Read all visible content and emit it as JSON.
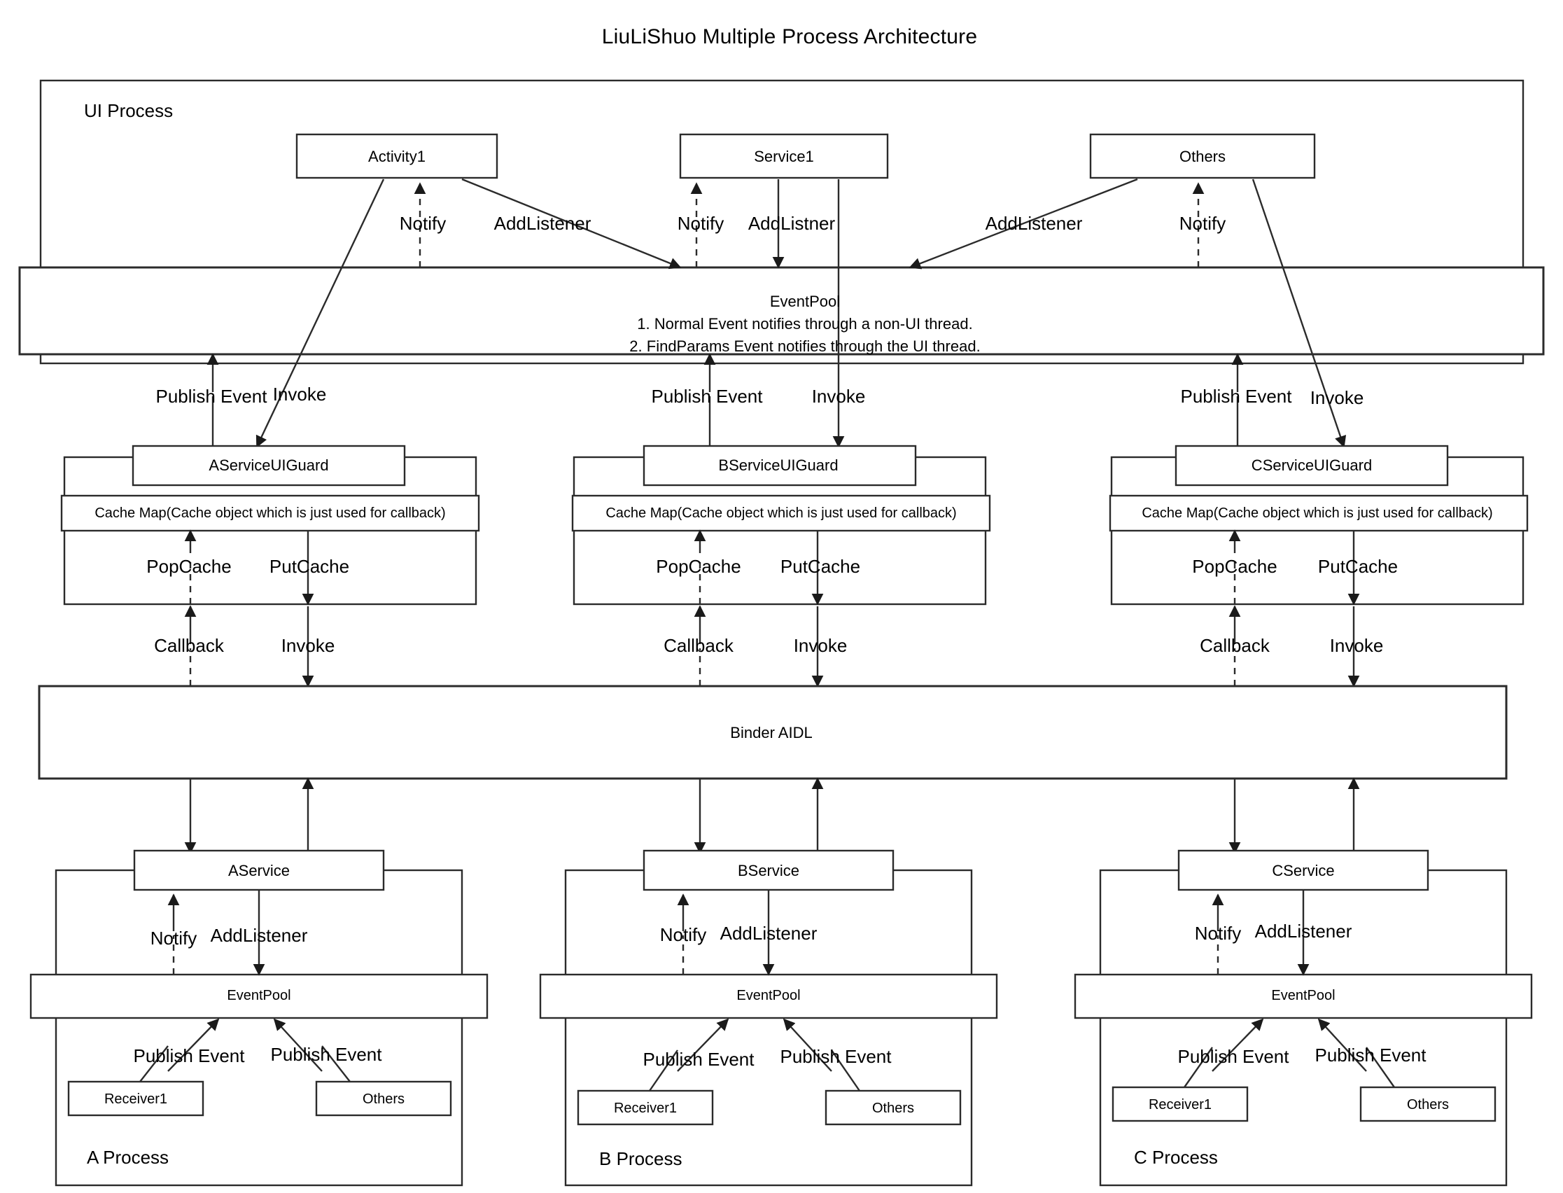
{
  "title": "LiuLiShuo Multiple Process Architecture",
  "ui_process": {
    "label": "UI Process",
    "clients": [
      {
        "name": "Activity1",
        "notify": "Notify",
        "add_listener": "AddListener"
      },
      {
        "name": "Service1",
        "notify": "Notify",
        "add_listener": "AddListner"
      },
      {
        "name": "Others",
        "notify": "Notify",
        "add_listener": "AddListener"
      }
    ],
    "event_pool": {
      "title": "EventPool",
      "note1": "1. Normal Event notifies through a non-UI thread.",
      "note2": "2. FindParams Event notifies through the UI thread."
    }
  },
  "guards": [
    {
      "name": "AServiceUIGuard",
      "cache_map": "Cache Map(Cache object which is just used for callback)",
      "publish_event": "Publish Event",
      "invoke_top": "Invoke",
      "pop_cache": "PopCache",
      "put_cache": "PutCache",
      "callback": "Callback",
      "invoke_bottom": "Invoke"
    },
    {
      "name": "BServiceUIGuard",
      "cache_map": "Cache Map(Cache object which is just used for callback)",
      "publish_event": "Publish Event",
      "invoke_top": "Invoke",
      "pop_cache": "PopCache",
      "put_cache": "PutCache",
      "callback": "Callback",
      "invoke_bottom": "Invoke"
    },
    {
      "name": "CServiceUIGuard",
      "cache_map": "Cache Map(Cache object which is just used for callback)",
      "publish_event": "Publish Event",
      "invoke_top": "Invoke",
      "pop_cache": "PopCache",
      "put_cache": "PutCache",
      "callback": "Callback",
      "invoke_bottom": "Invoke"
    }
  ],
  "binder": {
    "label": "Binder AIDL"
  },
  "processes": [
    {
      "process_label": "A Process",
      "service": "AService",
      "notify": "Notify",
      "add_listener": "AddListener",
      "event_pool": "EventPool",
      "publish_event_left": "Publish Event",
      "publish_event_right": "Publish Event",
      "receiver": "Receiver1",
      "others": "Others"
    },
    {
      "process_label": "B Process",
      "service": "BService",
      "notify": "Notify",
      "add_listener": "AddListener",
      "event_pool": "EventPool",
      "publish_event_left": "Publish Event",
      "publish_event_right": "Publish Event",
      "receiver": "Receiver1",
      "others": "Others"
    },
    {
      "process_label": "C Process",
      "service": "CService",
      "notify": "Notify",
      "add_listener": "AddListener",
      "event_pool": "EventPool",
      "publish_event_left": "Publish Event",
      "publish_event_right": "Publish Event",
      "receiver": "Receiver1",
      "others": "Others"
    }
  ],
  "colors": {
    "stroke": "#2b2b2b",
    "background": "#ffffff",
    "text": "#000000"
  }
}
